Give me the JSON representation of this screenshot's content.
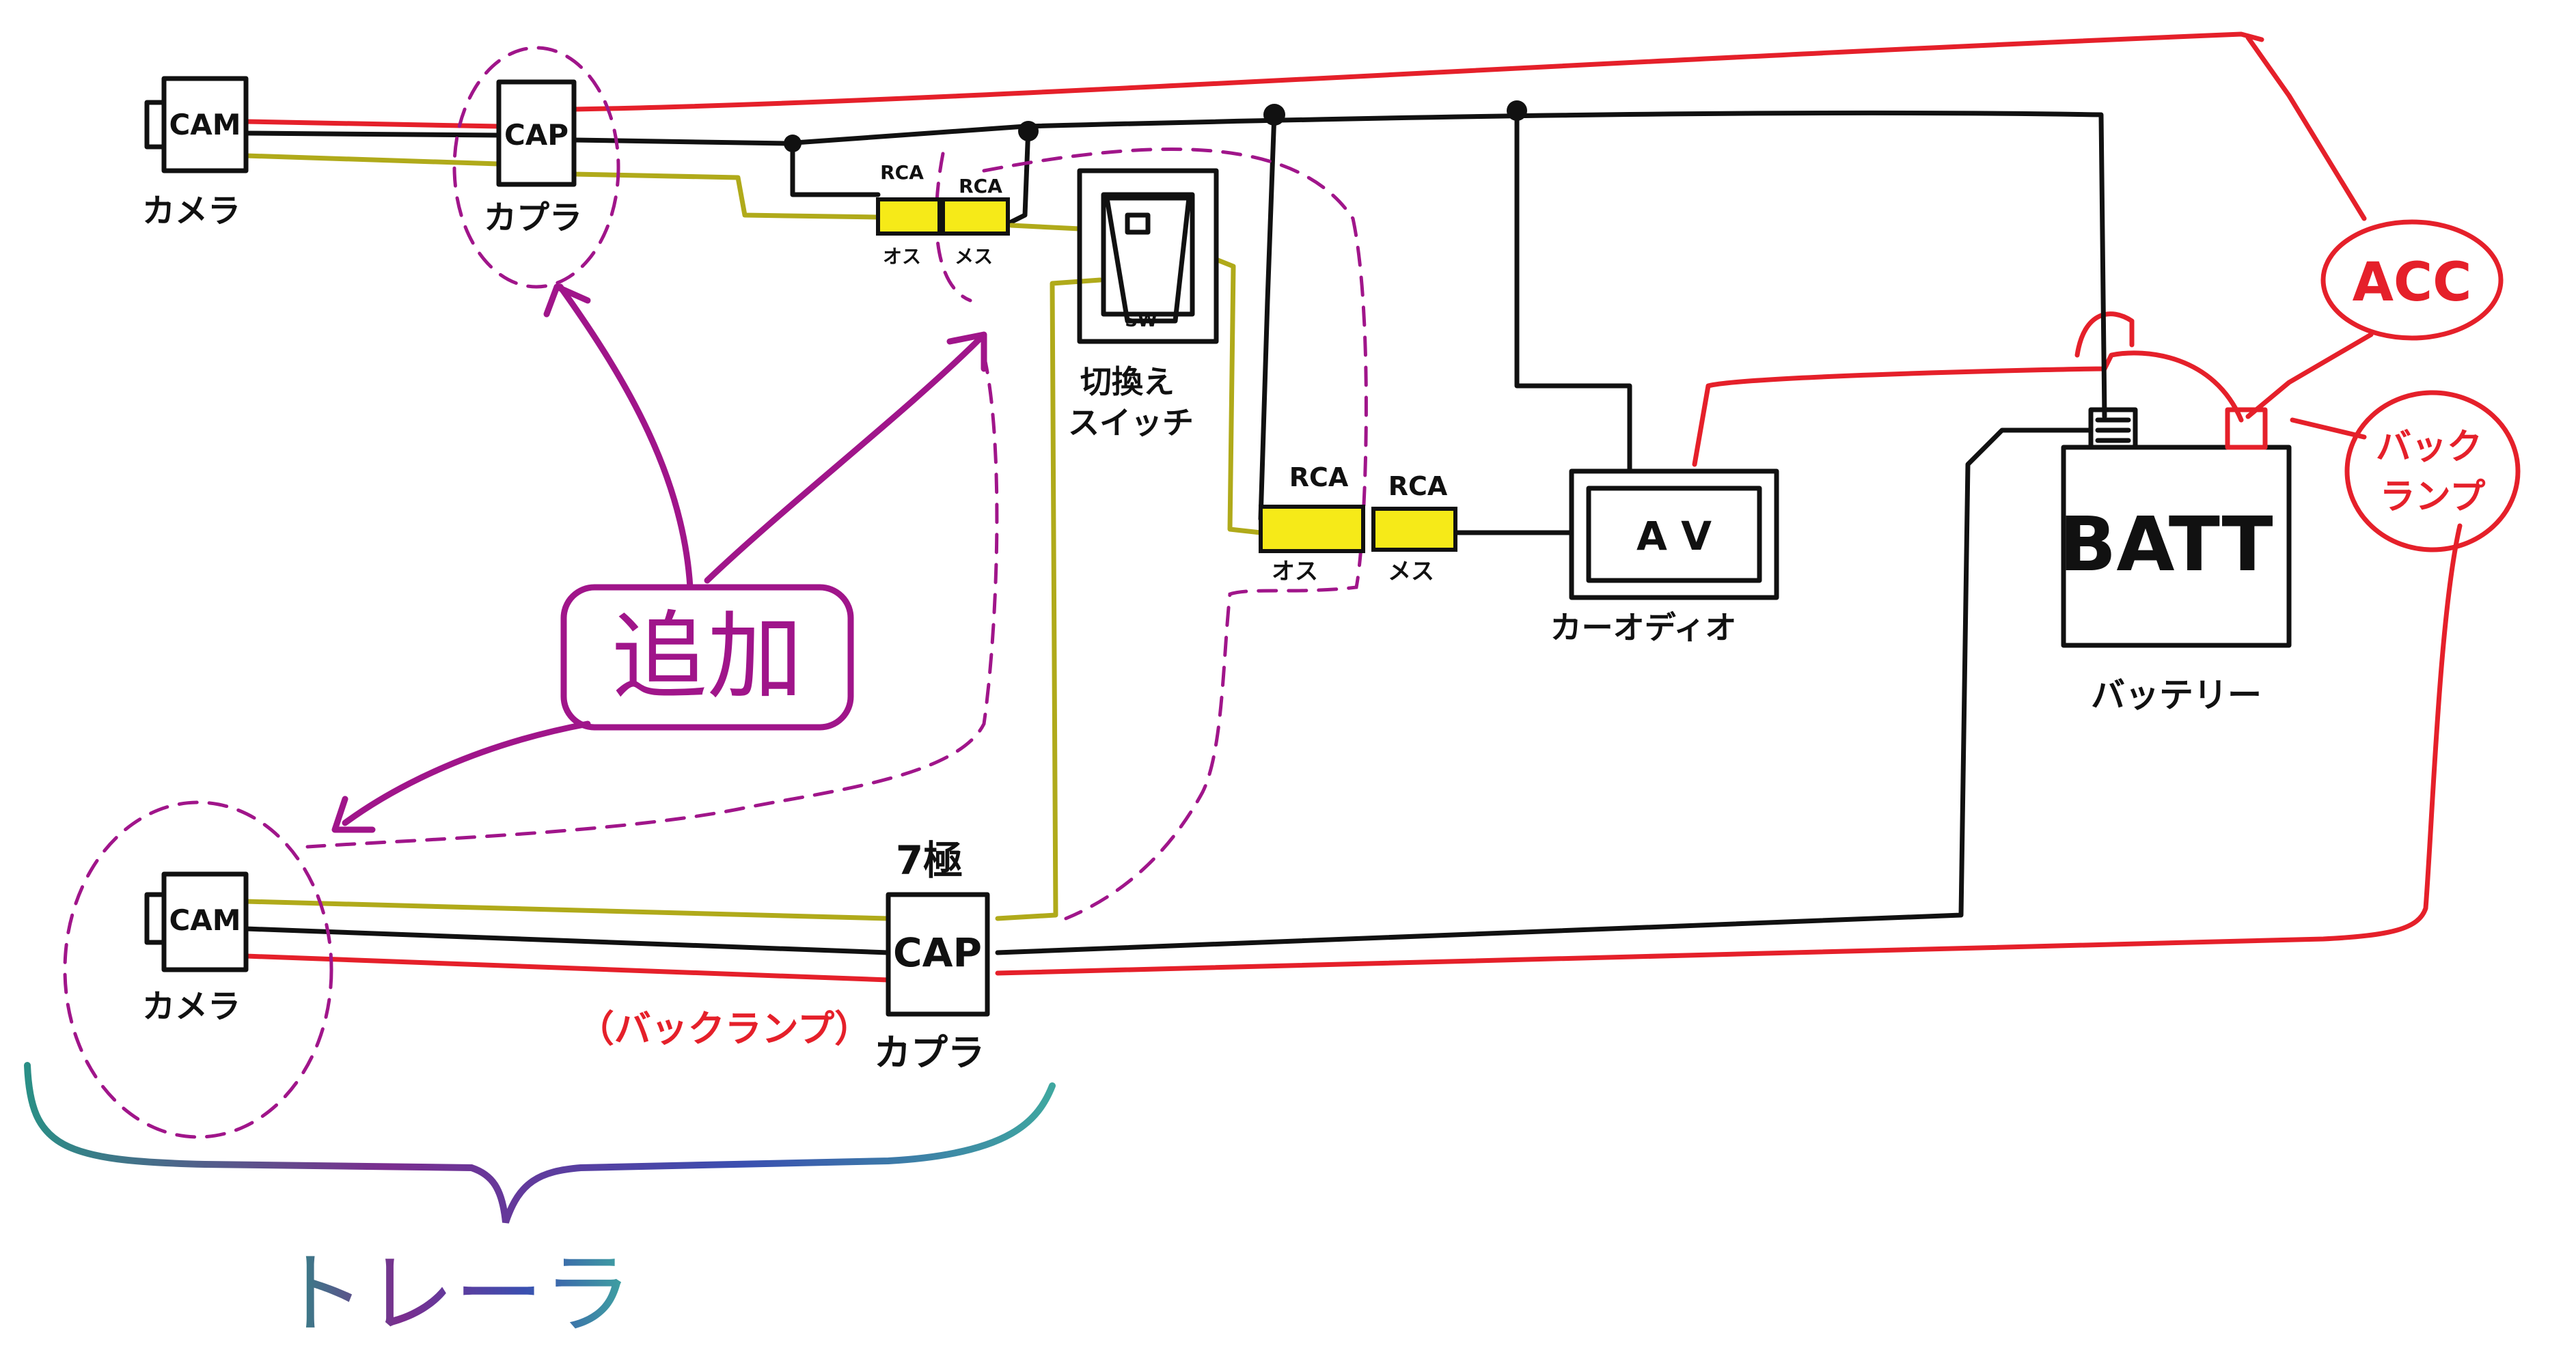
{
  "labels": {
    "cam": "CAM",
    "cap": "CAP",
    "camera": "カメラ",
    "coupler": "カプラ",
    "rca": "RCA",
    "male": "オス",
    "female": "メス",
    "sw": "SW",
    "switch_line1": "切換え",
    "switch_line2": "スイッチ",
    "av": "A V",
    "car_audio": "カーオディオ",
    "batt": "BATT",
    "battery": "バッテリー",
    "acc": "ACC",
    "backlamp_line1": "バック",
    "backlamp_line2": "ランプ",
    "backlamp_paren": "（バックランプ）",
    "pole7": "7極",
    "added": "追加",
    "trailer": "トレーラ"
  },
  "colors": {
    "red_wire": "#e5202a",
    "black_wire": "#111111",
    "signal_wire": "#b0aa1a",
    "rca_plug": "#f6ea18",
    "annotation": "#a0158a"
  }
}
